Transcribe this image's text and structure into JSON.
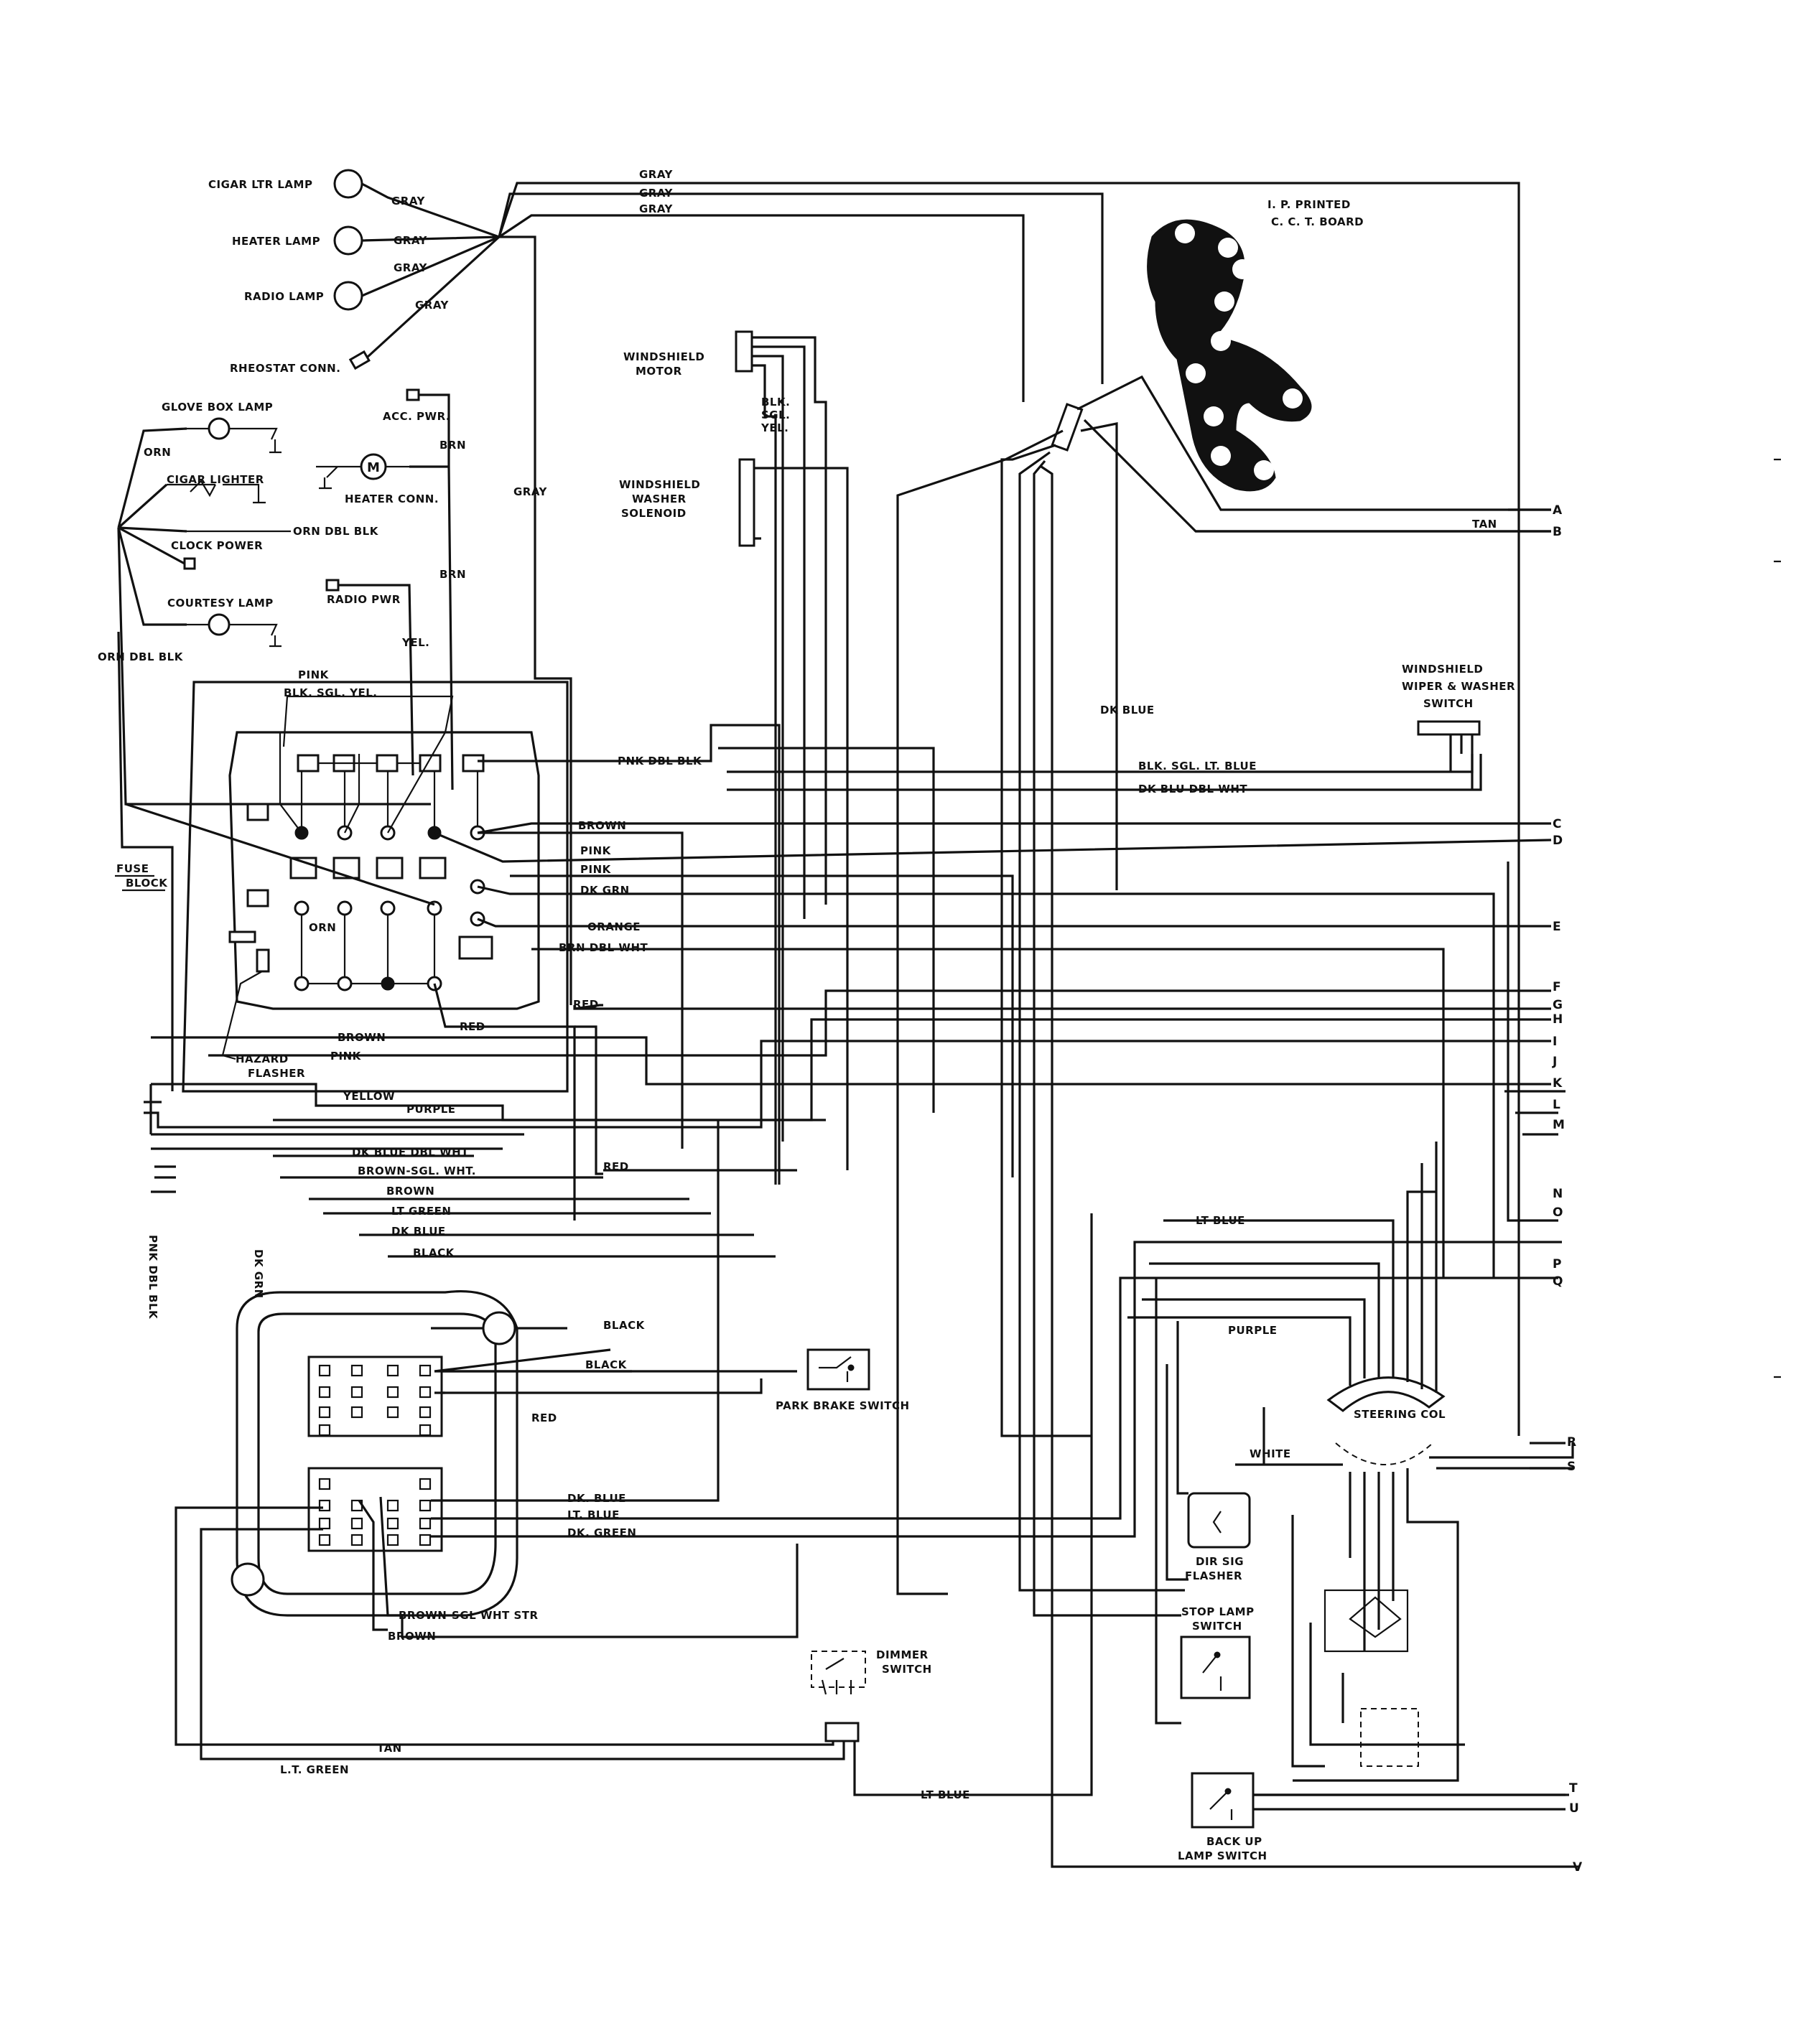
{
  "components": {
    "cigar_ltr_lamp": "CIGAR LTR LAMP",
    "heater_lamp": "HEATER LAMP",
    "radio_lamp": "RADIO LAMP",
    "rheostat_conn": "RHEOSTAT CONN.",
    "glove_box_lamp": "GLOVE BOX LAMP",
    "cigar_lighter": "CIGAR LIGHTER",
    "clock_power": "CLOCK POWER",
    "courtesy_lamp": "COURTESY LAMP",
    "acc_pwr": "ACC. PWR.",
    "heater_conn": "HEATER CONN.",
    "radio_pwr": "RADIO PWR",
    "windshield_motor": [
      "WINDSHIELD",
      "MOTOR"
    ],
    "windshield_washer": [
      "WINDSHIELD",
      "WASHER",
      "SOLENOID"
    ],
    "ip_board": [
      "I. P. PRINTED",
      "C. C. T. BOARD"
    ],
    "wiper_switch": [
      "WINDSHIELD",
      "WIPER & WASHER",
      "SWITCH"
    ],
    "fuse_block": [
      "FUSE",
      "BLOCK"
    ],
    "hazard_flasher": [
      "HAZARD",
      "FLASHER"
    ],
    "park_brake_switch": "PARK BRAKE SWITCH",
    "dimmer_switch": [
      "DIMMER",
      "SWITCH"
    ],
    "dir_sig_flasher": [
      "DIR SIG",
      "FLASHER"
    ],
    "stop_lamp_switch": [
      "STOP LAMP",
      "SWITCH"
    ],
    "back_up_lamp_switch": [
      "BACK UP",
      "LAMP SWITCH"
    ],
    "steering_col": "STEERING COL"
  },
  "wire_labels": {
    "gray1": "GRAY",
    "gray2": "GRAY",
    "gray3": "GRAY",
    "gray4": "GRAY",
    "gray5": "GRAY",
    "gray6": "GRAY",
    "gray7": "GRAY",
    "gray_main": "GRAY",
    "orn": "ORN",
    "orn_dbl_blk1": "ORN DBL BLK",
    "orn_dbl_blk2": "ORN DBL BLK",
    "brn1": "BRN",
    "brn2": "BRN",
    "yel": "YEL.",
    "blk_sgl_yel": [
      "BLK.",
      "SGL.",
      "YEL."
    ],
    "tan_top": "TAN",
    "pink": "PINK",
    "blk_sgl_yel2": "BLK. SGL. YEL.",
    "pnk_dbl_blk": "PNK DBL BLK",
    "blk_sgl_lt_blue": "BLK. SGL. LT. BLUE",
    "dk_blu_dbl_wht": "DK BLU DBL WHT",
    "dk_blue_right": "DK BLUE",
    "brown1": "BROWN",
    "pink1": "PINK",
    "pink2": "PINK",
    "dk_grn": "DK GRN",
    "orange": "ORANGE",
    "brn_dbl_wht": "BRN DBL WHT",
    "orn_fuse": "ORN",
    "red1": "RED",
    "red2": "RED",
    "red3": "RED",
    "red4": "RED",
    "brown2": "BROWN",
    "pink3": "PINK",
    "yellow": "YELLOW",
    "purple": "PURPLE",
    "dk_blue_dbl_wht": "DK BLUE DBL WHT",
    "brown_sgl_wht": "BROWN-SGL. WHT.",
    "brown3": "BROWN",
    "lt_green": "LT GREEN",
    "dk_blue": "DK BLUE",
    "black1": "BLACK",
    "black2": "BLACK",
    "black3": "BLACK",
    "pnk_dbl_blk_vert": "PNK DBL BLK",
    "dk_grn_vert": "DK GRN",
    "dk_blue2": "DK. BLUE",
    "lt_blue2": "LT. BLUE",
    "dk_green2": "DK. GREEN",
    "brown_sgl_wht_str": "BROWN-SGL WHT STR",
    "brown4": "BROWN",
    "tan_bottom": "TAN",
    "lt_green_bottom": "L.T. GREEN",
    "lt_blue_bottom": "LT BLUE",
    "lt_blue_mid": "LT BLUE",
    "purple2": "PURPLE",
    "white": "WHITE",
    "tan_b": "TAN"
  },
  "terminals": [
    "A",
    "B",
    "C",
    "D",
    "E",
    "F",
    "G",
    "H",
    "I",
    "J",
    "K",
    "L",
    "M",
    "N",
    "O",
    "P",
    "Q",
    "R",
    "S",
    "T",
    "U",
    "V"
  ]
}
